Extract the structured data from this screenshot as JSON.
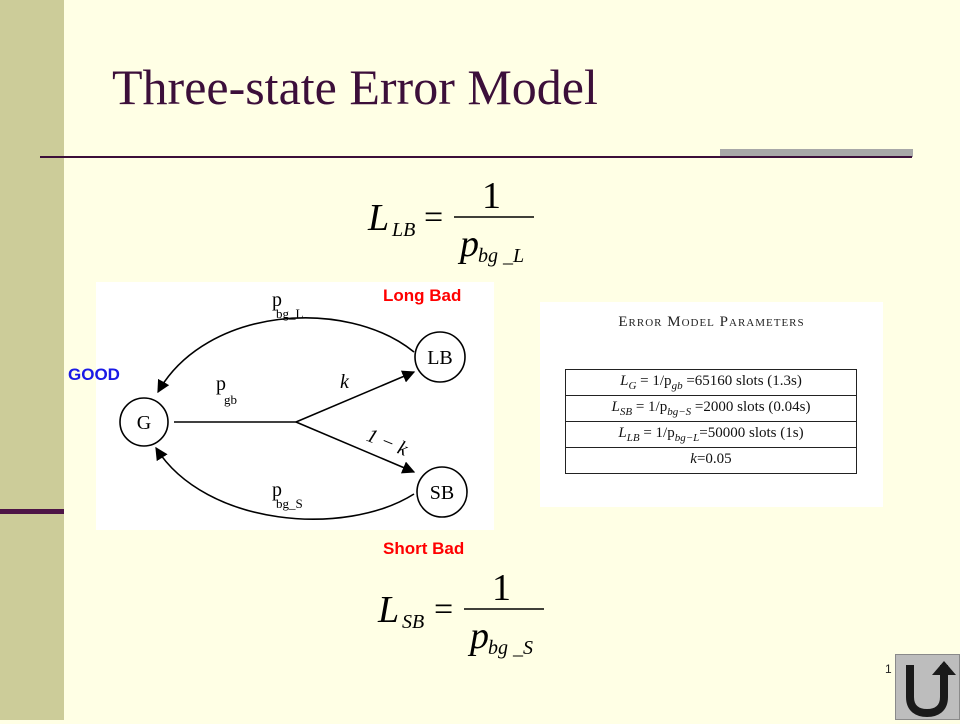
{
  "slide": {
    "title": "Three-state Error Model",
    "page_number": "1"
  },
  "formulas": {
    "long_bad": {
      "lhs_main": "L",
      "lhs_sub": "LB",
      "numerator": "1",
      "denom_main": "p",
      "denom_sub": "bg _L"
    },
    "short_bad": {
      "lhs_main": "L",
      "lhs_sub": "SB",
      "numerator": "1",
      "denom_main": "p",
      "denom_sub": "bg _S"
    }
  },
  "state_labels": {
    "long_bad": "Long Bad",
    "short_bad": "Short Bad",
    "good": "GOOD"
  },
  "diagram": {
    "states": {
      "good": "G",
      "long_bad": "LB",
      "short_bad": "SB"
    },
    "edges": {
      "bg_L": {
        "main": "p",
        "sub": "bg_L"
      },
      "gb": {
        "main": "p",
        "sub": "gb"
      },
      "bg_S": {
        "main": "p",
        "sub": "bg_S"
      },
      "k": "k",
      "one_minus_k": "1 − k"
    }
  },
  "parameters": {
    "title": "Error Model Parameters",
    "rows": [
      {
        "label_main": "L",
        "label_sub": "G",
        "expr_main": " = 1/p",
        "expr_sub": "gb",
        "value": " =65160 slots (1.3s)"
      },
      {
        "label_main": "L",
        "label_sub": "SB",
        "expr_main": " = 1/p",
        "expr_sub": "bg−S",
        "value": " =2000 slots (0.04s)"
      },
      {
        "label_main": "L",
        "label_sub": "LB",
        "expr_main": " = 1/p",
        "expr_sub": "bg−L",
        "value": "=50000 slots (1s)"
      },
      {
        "label_main": "k",
        "label_sub": "",
        "expr_main": "",
        "expr_sub": "",
        "value": "=0.05"
      }
    ]
  },
  "nav": {
    "icon": "return-arrow-icon"
  },
  "colors": {
    "background": "#FFFFE5",
    "left_bar": "#CCCC99",
    "title": "#3C0F3A",
    "label_red": "#FF0000",
    "label_blue": "#1A1AE6"
  }
}
